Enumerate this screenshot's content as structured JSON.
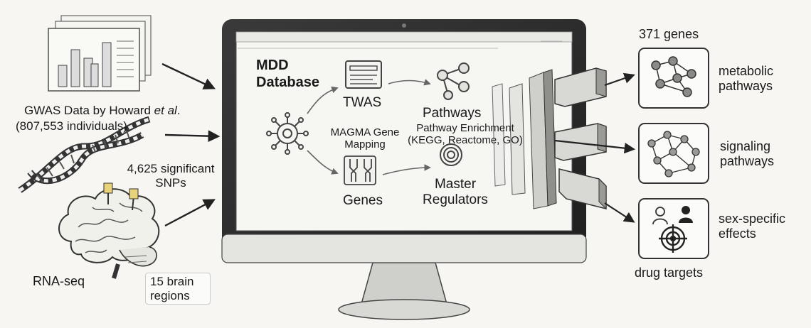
{
  "title": "MDD Database",
  "inputs": {
    "gwas_label": "GWAS Data by Howard",
    "gwas_et_al": "et al",
    "gwas_period": ".",
    "gwas_individuals": "(807,553 individuals)",
    "snps": "4,625 significant SNPs",
    "rnaseq": "RNA-seq",
    "brain_regions": "15 brain regions"
  },
  "center": {
    "twas": "TWAS",
    "magma": "MAGMA Gene Mapping",
    "genes": "Genes",
    "pathways": "Pathways",
    "pathway_enrichment": "Pathway Enrichment (KEGG, Reactome, GO)",
    "master_regulators": "Master Regulators"
  },
  "outputs": {
    "gene_count": "371 genes",
    "metabolic": "metabolic pathways",
    "signaling": "signaling pathways",
    "sex_specific": "sex-specific effects",
    "drug_targets": "drug targets"
  },
  "icons": [
    "document-bar-chart-icon",
    "dna-helix-icon",
    "brain-icon",
    "virus-icon",
    "document-icon",
    "network-icon",
    "gene-map-icon",
    "target-icon",
    "person-icon"
  ]
}
